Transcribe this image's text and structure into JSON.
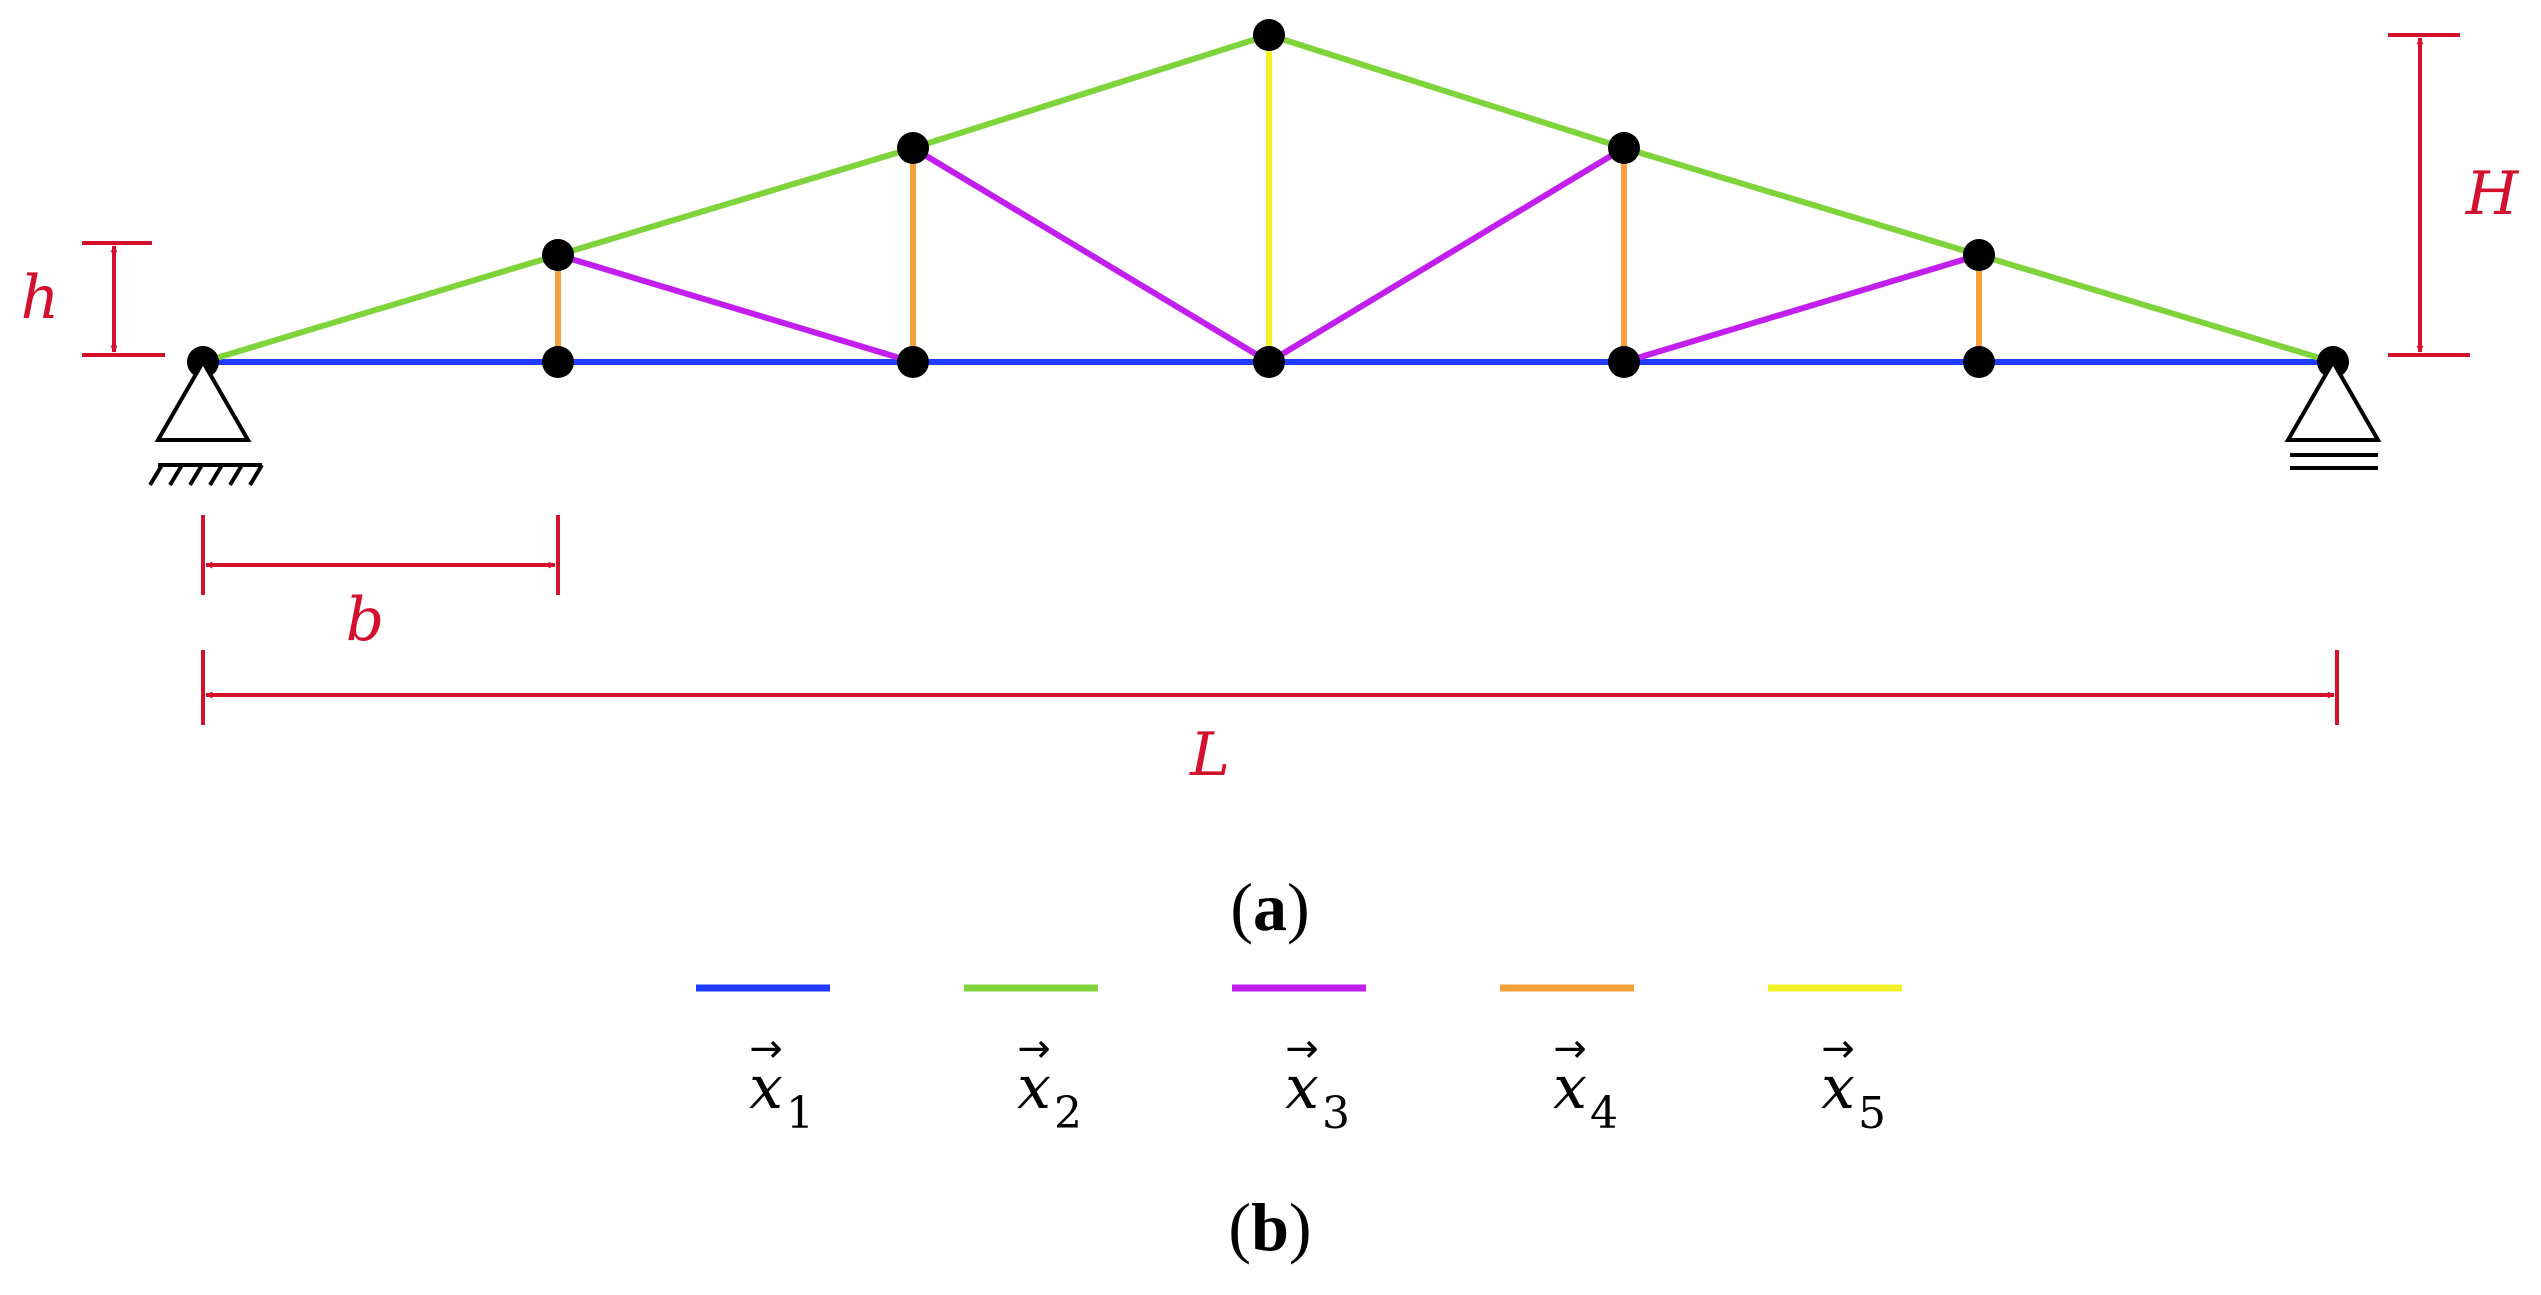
{
  "dimensions": {
    "h": "h",
    "H": "H",
    "b": "b",
    "L": "L"
  },
  "captions": {
    "a": {
      "open": "(",
      "letter": "a",
      "close": ")"
    },
    "b": {
      "open": "(",
      "letter": "b",
      "close": ")"
    }
  },
  "legend": [
    {
      "symbol": "x",
      "arrow": "→",
      "sub": "1",
      "color": "#1f3cff"
    },
    {
      "symbol": "x",
      "arrow": "→",
      "sub": "2",
      "color": "#7fd33b"
    },
    {
      "symbol": "x",
      "arrow": "→",
      "sub": "3",
      "color": "#c21ef0"
    },
    {
      "symbol": "x",
      "arrow": "→",
      "sub": "4",
      "color": "#f7a13a"
    },
    {
      "symbol": "x",
      "arrow": "→",
      "sub": "5",
      "color": "#f2f22a"
    }
  ],
  "colors": {
    "bottom_chord": "#1f3cff",
    "top_chord": "#7fd33b",
    "diagonal": "#c21ef0",
    "vertical": "#f7a13a",
    "center_vertical": "#f2f22a",
    "dimension": "#d3102e",
    "node": "#000000"
  }
}
